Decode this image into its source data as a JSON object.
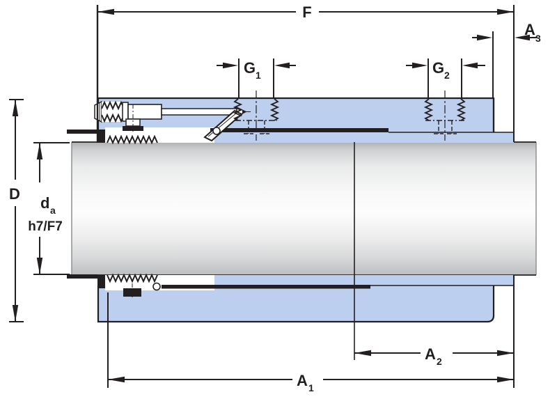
{
  "drawing": {
    "type": "technical-drawing",
    "subject": "OK coupling cross-section with oil injection tool",
    "colors": {
      "sleeve_blue": "#bdcfee",
      "outline_ink": "#231f20",
      "shaft_highlight": "#fdfdfd",
      "shaft_shadow": "#b4b6b8",
      "background": "#ffffff"
    },
    "labels": {
      "f": "F",
      "a3": {
        "base": "A",
        "sub": "3"
      },
      "g1": {
        "base": "G",
        "sub": "1"
      },
      "g2": {
        "base": "G",
        "sub": "2"
      },
      "d_outer": "D",
      "da": {
        "base": "d",
        "sub": "a"
      },
      "fit": "h7/F7",
      "a2": {
        "base": "A",
        "sub": "2"
      },
      "a1": {
        "base": "A",
        "sub": "1"
      }
    }
  }
}
